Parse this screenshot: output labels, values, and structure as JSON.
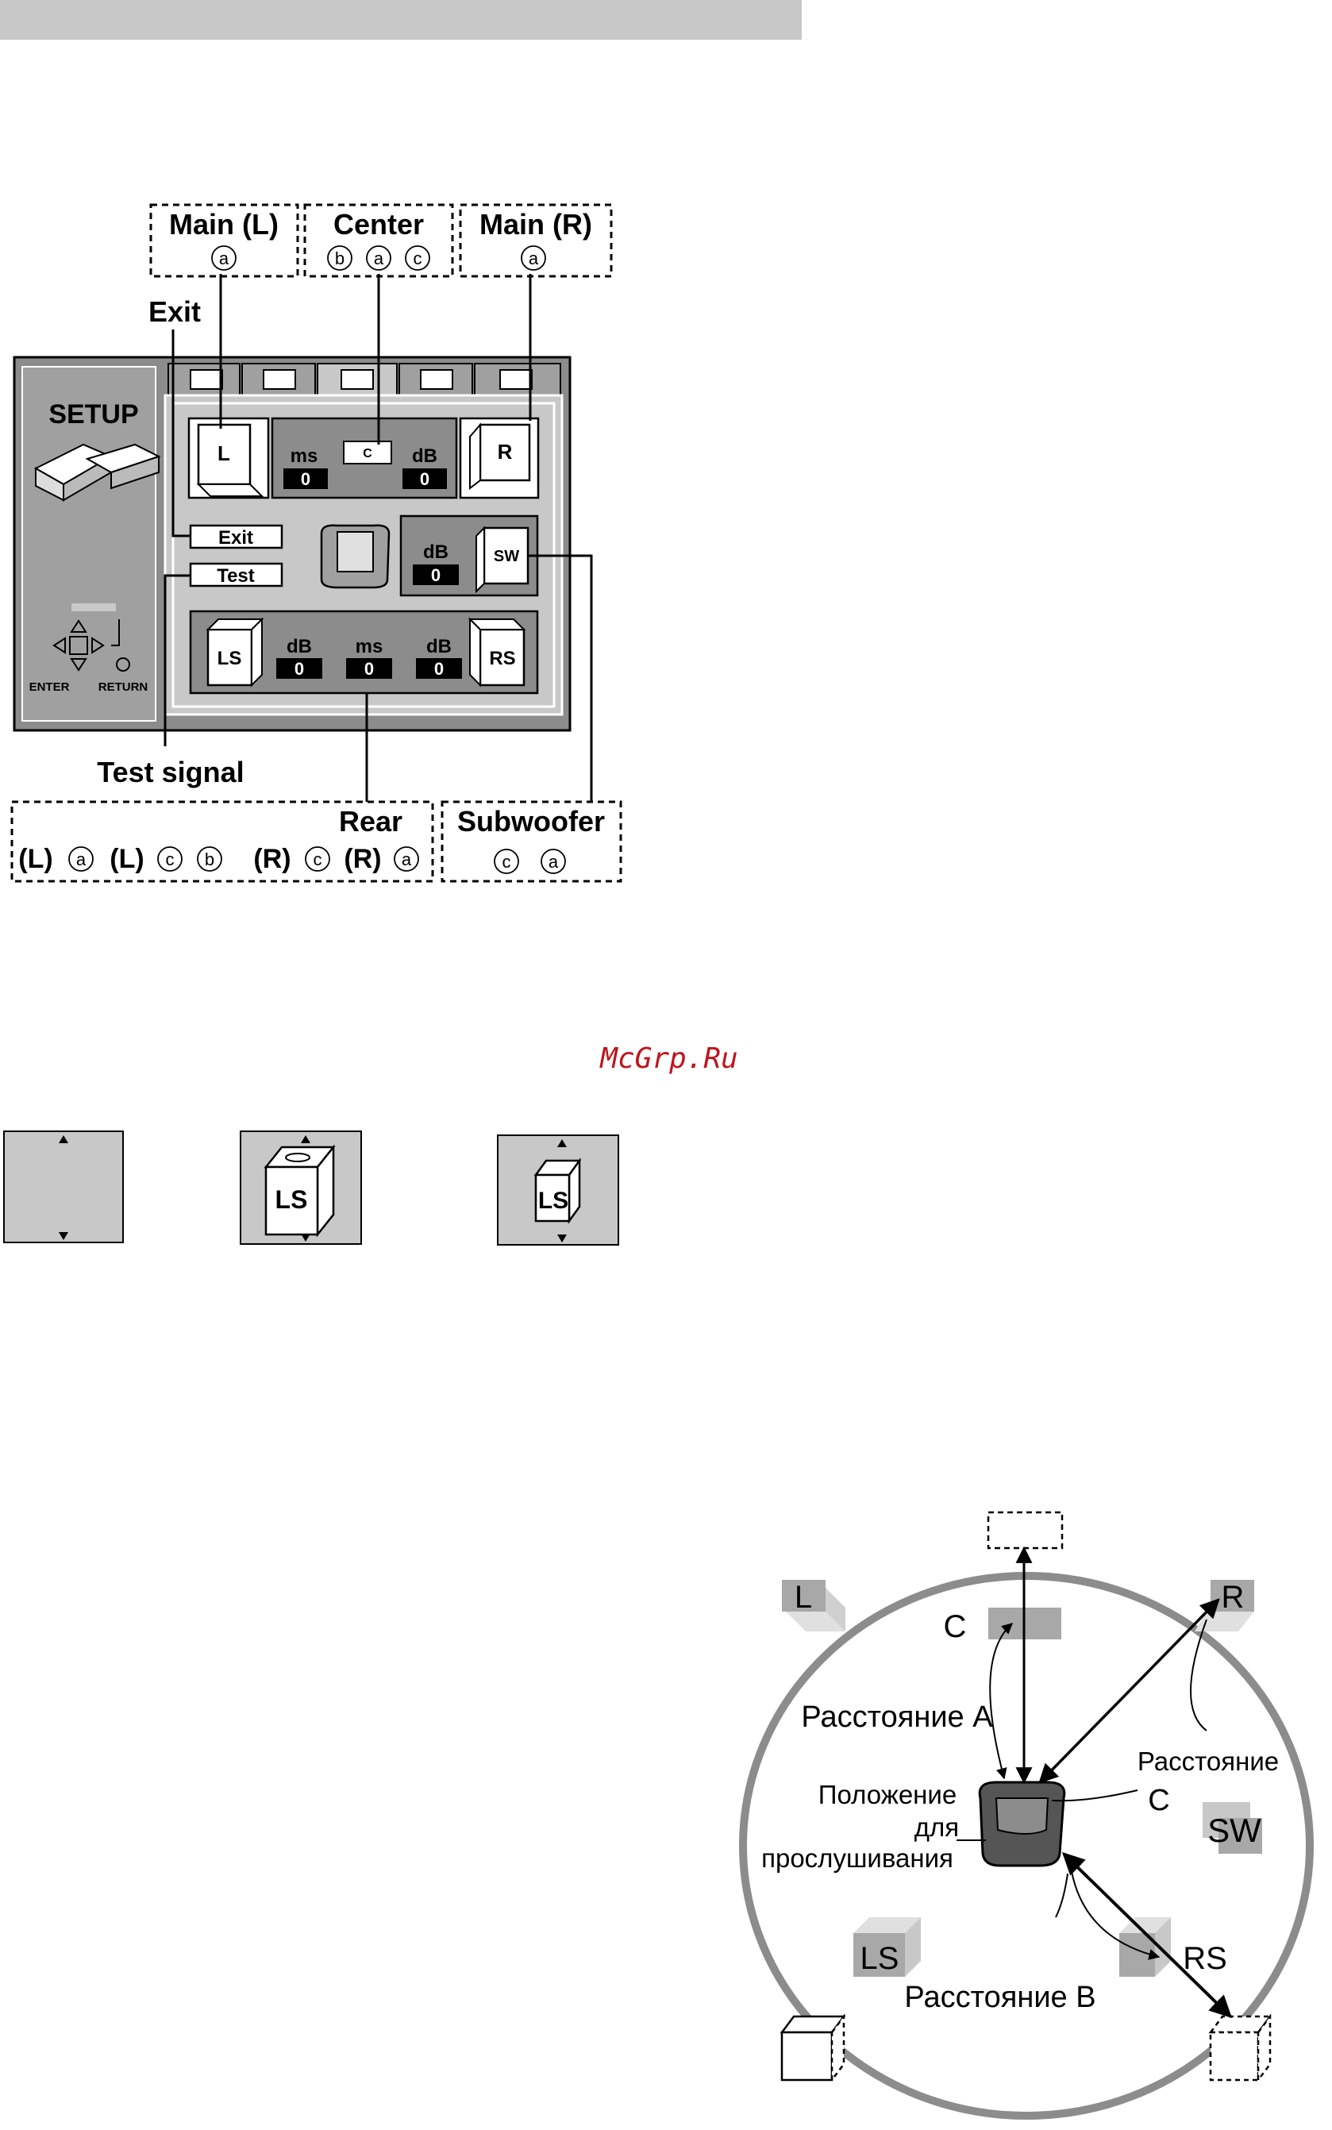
{
  "watermark": "McGrp.Ru",
  "callouts": {
    "main_l": "Main (L)",
    "center": "Center",
    "main_r": "Main (R)",
    "exit": "Exit",
    "test_signal": "Test signal",
    "rear": "Rear",
    "subwoofer": "Subwoofer",
    "rear_l_1": "(L)",
    "rear_l_2": "(L)",
    "rear_r_1": "(R)",
    "rear_r_2": "(R)",
    "mark_a": "a",
    "mark_b": "b",
    "mark_c": "c"
  },
  "setup_screen": {
    "title": "SETUP",
    "exit_button": "Exit",
    "test_button": "Test",
    "enter_label": "ENTER",
    "return_label": "RETURN",
    "speaker_l": "L",
    "speaker_r": "R",
    "speaker_c": "C",
    "speaker_sw": "SW",
    "speaker_ls": "LS",
    "speaker_rs": "RS",
    "center_ms_label": "ms",
    "center_ms_value": "0",
    "center_db_label": "dB",
    "center_db_value": "0",
    "sw_db_label": "dB",
    "sw_db_value": "0",
    "rear_db_l_label": "dB",
    "rear_db_l_value": "0",
    "rear_ms_label": "ms",
    "rear_ms_value": "0",
    "rear_db_r_label": "dB",
    "rear_db_r_value": "0"
  },
  "speaker_size_examples": {
    "medium_label": "LS",
    "small_label": "LS"
  },
  "layout_diagram": {
    "speaker_l": "L",
    "speaker_r": "R",
    "speaker_sw": "SW",
    "speaker_ls": "LS",
    "speaker_rs": "RS",
    "center_letter": "C",
    "distance_a": "Расстояние А",
    "distance_c_line1": "Расстояние",
    "distance_c_line2": "C",
    "listen_line1": "Положение",
    "listen_line2": "для",
    "listen_line3": "прослушивания",
    "distance_b": "Расстояние B"
  },
  "colors": {
    "panel_gray": "#8c8c8c",
    "light_gray": "#c8c8c8",
    "watermark_red": "#c0141c"
  }
}
